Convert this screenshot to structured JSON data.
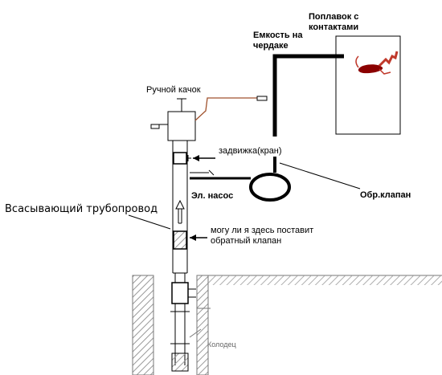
{
  "labels": {
    "float": "Поплавок с контактами",
    "float_line1": "Поплавок с",
    "float_line2": "контактами",
    "tank_line1": "Емкость на",
    "tank_line2": "чердаке",
    "hand_pump": "Ручной качок",
    "valve": "задвижка(кран)",
    "electric_pump": "Эл. насос",
    "check_valve": "Обр.клапан",
    "suction_pipe": "Всасывающий трубопровод",
    "question_line1": "могу ли я здесь поставит",
    "question_line2": "обратный клапан",
    "well": "Колодец"
  },
  "colors": {
    "line": "#000000",
    "float": "#8b0000",
    "float_line": "#c0392b",
    "pump_arm": "#a0522d",
    "hatch": "#999999"
  }
}
